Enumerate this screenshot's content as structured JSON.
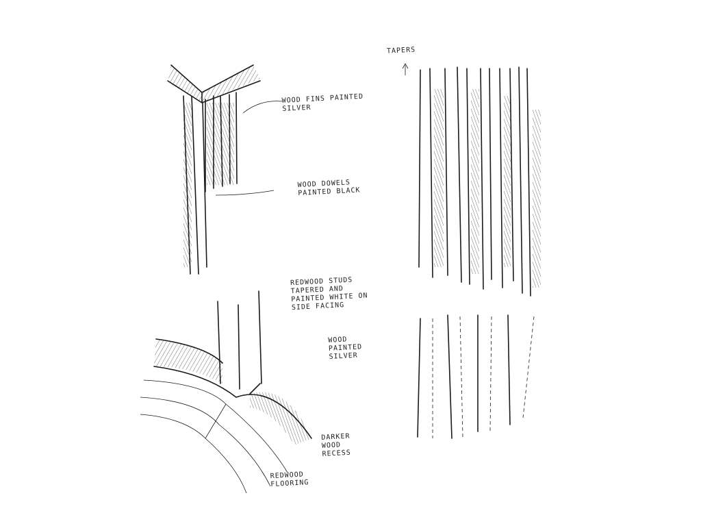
{
  "annotations": {
    "wood_fins": "Wood fins painted silver",
    "wood_dowels": "Wood dowels painted black",
    "redwood_studs": "Redwood studs tapered and painted white on side facing",
    "wood_silver": "Wood painted silver",
    "darker_recess": "Darker wood recess",
    "redwood_flooring": "Redwood flooring",
    "tapers": "Tapers"
  }
}
